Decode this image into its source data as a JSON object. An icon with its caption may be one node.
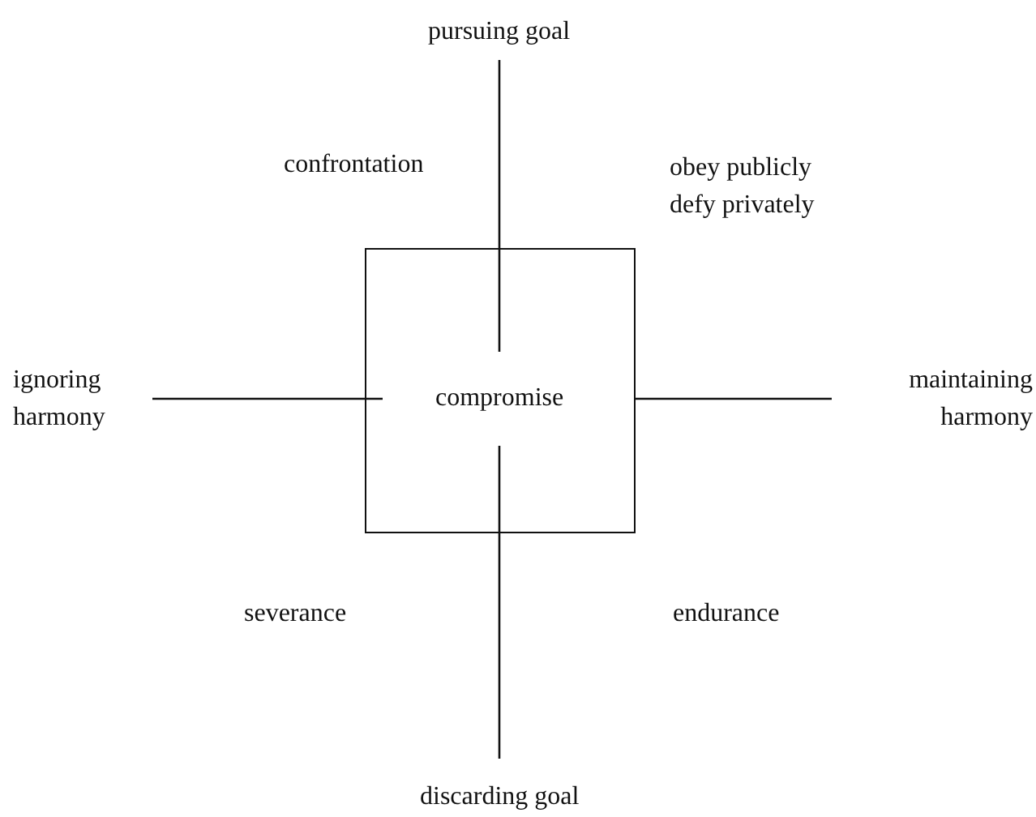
{
  "diagram": {
    "nodes": [
      {
        "text": [
          "compromise"
        ]
      }
    ],
    "labels": [
      "pursuing goal",
      "confrontation",
      "obey publicly defy privately",
      "ignoring harmony",
      "maintaining harmony",
      "severance",
      "endurance",
      "discarding goal"
    ]
  }
}
